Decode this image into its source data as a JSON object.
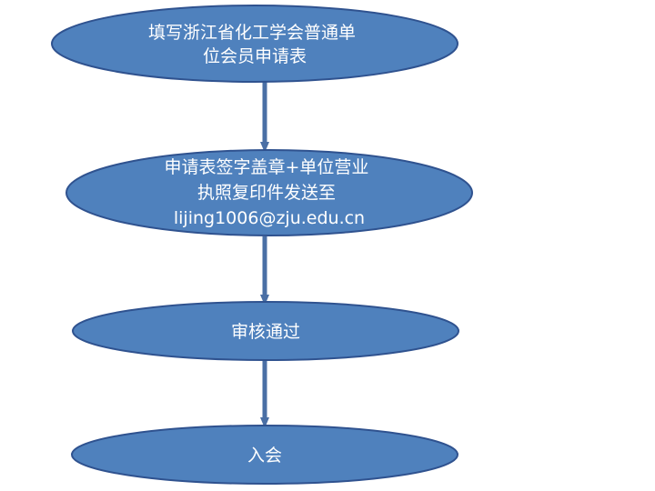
{
  "colors": {
    "node_fill": "#4f81bd",
    "node_stroke": "#2f528f",
    "arrow": "#4a6fa5"
  },
  "flowchart": {
    "steps": [
      {
        "lines": [
          "填写浙江省化工学会普通单",
          "位会员申请表"
        ]
      },
      {
        "lines": [
          "申请表签字盖章+单位营业",
          "执照复印件发送至",
          "lijing1006@zju.edu.cn"
        ]
      },
      {
        "lines": [
          "审核通过"
        ]
      },
      {
        "lines": [
          "入会"
        ]
      }
    ]
  }
}
